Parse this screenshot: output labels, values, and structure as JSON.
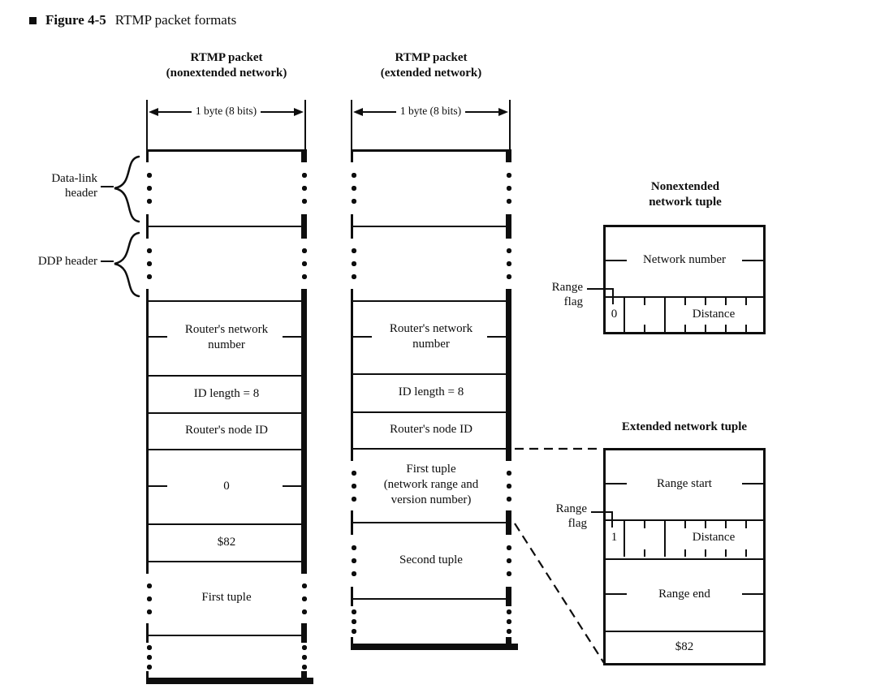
{
  "caption": {
    "bullet": "■",
    "label": "Figure 4-5",
    "title": "RTMP packet formats"
  },
  "shared": {
    "byte_width": "1 byte (8 bits)",
    "range_flag_line1": "Range",
    "range_flag_line2": "flag"
  },
  "left_packet": {
    "title_line1": "RTMP packet",
    "title_line2": "(nonextended network)",
    "datalink_line1": "Data-link",
    "datalink_line2": "header",
    "ddp": "DDP header",
    "network_number": "Router's network number",
    "id_length": "ID length = 8",
    "node_id": "Router's node ID",
    "zero": "0",
    "version": "$82",
    "first_tuple": "First tuple"
  },
  "extended_packet": {
    "title_line1": "RTMP packet",
    "title_line2": "(extended network)",
    "network_number": "Router's network number",
    "id_length": "ID length = 8",
    "node_id": "Router's node ID",
    "first_tuple_line1": "First tuple",
    "first_tuple_line2": "(network range and",
    "first_tuple_line3": "version number)",
    "second_tuple": "Second tuple"
  },
  "nonextended_tuple": {
    "title_line1": "Nonextended",
    "title_line2": "network tuple",
    "network_number": "Network number",
    "flag_bit": "0",
    "distance": "Distance"
  },
  "extended_tuple": {
    "title": "Extended network tuple",
    "range_start": "Range start",
    "flag_bit": "1",
    "distance": "Distance",
    "range_end": "Range end",
    "version": "$82"
  }
}
